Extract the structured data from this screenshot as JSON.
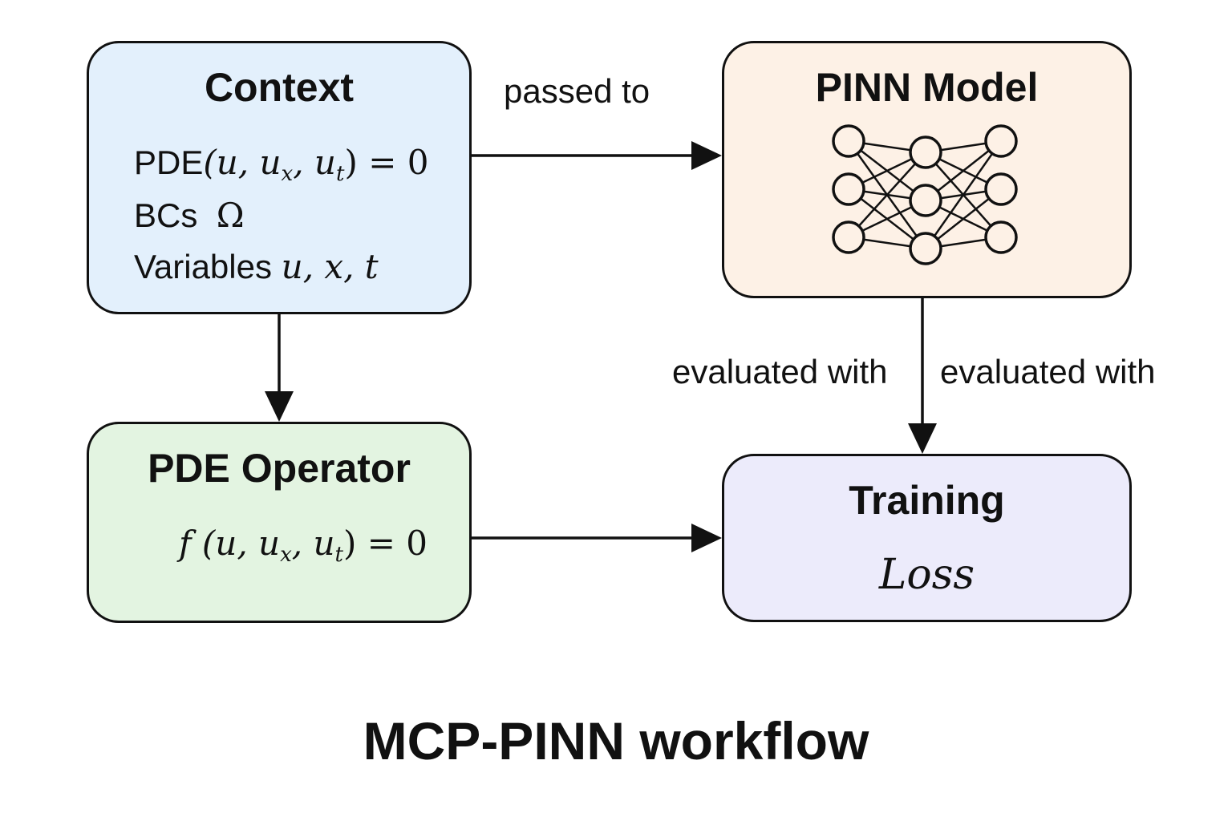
{
  "diagram": {
    "colors": {
      "context_fill": "#E3F0FC",
      "pinn_fill": "#FDF1E6",
      "operator_fill": "#E3F4E1",
      "training_fill": "#ECEBFB",
      "stroke": "#111111"
    },
    "context": {
      "title": "Context",
      "pde_prefix": "PDE",
      "pde_args": "(u, u",
      "pde_sub_x": "x",
      "pde_sep": ", u",
      "pde_sub_t": "t",
      "pde_suffix": ") = 0",
      "bcs_label": "BCs",
      "bcs_symbol": "Ω",
      "variables_label": "Variables",
      "variables_value": "u, x, t"
    },
    "pinn_model": {
      "title": "PINN Model",
      "network_icon": "neural-network-icon",
      "network_layers": [
        3,
        3,
        3
      ]
    },
    "pde_operator": {
      "title": "PDE Operator",
      "expr_f": "f",
      "expr_args": " (u, u",
      "expr_sub_x": "x",
      "expr_sep": ", u",
      "expr_sub_t": "t",
      "expr_suffix": ") = 0"
    },
    "training": {
      "title": "Training",
      "loss": "Loss"
    },
    "edges": {
      "passed_to": "passed to",
      "evaluated_with_left": "evaluated with",
      "evaluated_with_right": "evaluated with"
    },
    "caption": "MCP-PINN workflow"
  }
}
